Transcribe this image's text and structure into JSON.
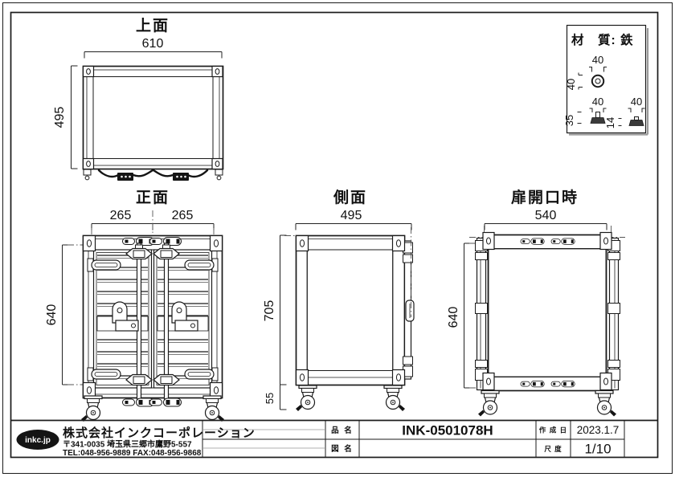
{
  "colors": {
    "line": "#1b1b1b",
    "background": "#ffffff"
  },
  "views": {
    "top": {
      "title": "上面",
      "dim_width": "610",
      "dim_height": "495"
    },
    "front": {
      "title": "正面",
      "dim_door_left": "265",
      "dim_door_right": "265",
      "dim_height": "640"
    },
    "side": {
      "title": "側面",
      "dim_width": "495",
      "dim_height": "705",
      "dim_caster_height": "55"
    },
    "open": {
      "title": "扉開口時",
      "dim_opening_width": "540",
      "dim_height": "640"
    }
  },
  "material_note": {
    "label": "材　質: 鉄",
    "pipe": {
      "dim_top": "40",
      "dim_side": "40"
    },
    "foot_tall": {
      "dim_top": "40",
      "dim_side": "35"
    },
    "foot_short": {
      "dim_top": "40",
      "dim_side": "14"
    }
  },
  "title_block": {
    "logo_text": "inkc.jp",
    "company_name": "株式会社インクコーポレーション",
    "address": "〒341-0035 埼玉県三郷市鷹野5-557",
    "tel_fax": "TEL:048-956-9889  FAX:048-956-9868",
    "product_label": "品 名",
    "product_value": "INK-0501078H",
    "drawing_label": "図 名",
    "drawing_value": "",
    "date_label": "作 成 日",
    "date_value": "2023.1.7",
    "scale_label": "尺 度",
    "scale_value": "1/10"
  }
}
